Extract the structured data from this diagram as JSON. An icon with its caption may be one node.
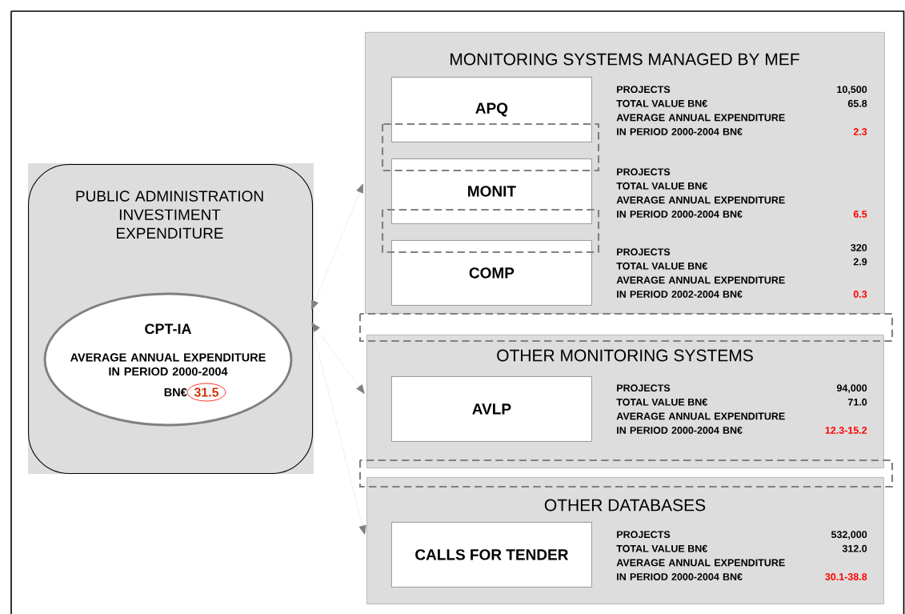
{
  "diagram": {
    "nodes": [
      {
        "text": [
          "PUBLIC ADMINISTRATION INVESTIMENT EXPENDITURE"
        ]
      },
      {
        "text": [
          "CPT-IA",
          "AVERAGE ANNUAL EXPENDITURE IN PERIOD 2000-2004",
          "BN€"
        ],
        "in": 0
      },
      {
        "text": [
          "31.5"
        ],
        "in": 1
      },
      {
        "text": [
          "MONITORING SYSTEMS MANAGED BY MEF"
        ]
      },
      {
        "text": [
          "APQ"
        ],
        "in": 3
      },
      {
        "text": [
          "MONIT"
        ],
        "in": 3
      },
      {
        "text": [
          "COMP"
        ],
        "in": 3
      },
      {
        "text": [
          "OTHER MONITORING SYSTEMS"
        ]
      },
      {
        "text": [
          "AVLP"
        ],
        "in": 7
      },
      {
        "text": [
          "OTHER DATABASES"
        ]
      },
      {
        "text": [
          "CALLS FOR TENDER"
        ],
        "in": 9
      }
    ],
    "edges": [
      {
        "from": 0,
        "to": 3,
        "arrow": "both"
      },
      {
        "from": 0,
        "to": 7,
        "arrow": "both"
      },
      {
        "from": 0,
        "to": 9,
        "arrow": "to"
      }
    ],
    "labels": [
      "PROJECTS",
      "10,500",
      "TOTAL VALUE BN€",
      "65.8",
      "AVERAGE ANNUAL EXPENDITURE IN PERIOD 2000-2004 BN€",
      "2.3",
      "PROJECTS",
      "TOTAL VALUE BN€",
      "AVERAGE ANNUAL EXPENDITURE IN PERIOD 2000-2004 BN€",
      "6.5",
      "PROJECTS",
      "320",
      "TOTAL VALUE BN€",
      "2.9",
      "AVERAGE ANNUAL EXPENDITURE IN PERIOD 2002-2004 BN€",
      "0.3",
      "PROJECTS",
      "94,000",
      "TOTAL VALUE BN€",
      "71.0",
      "AVERAGE ANNUAL EXPENDITURE IN PERIOD 2000-2004 BN€",
      "12.3-15.2",
      "PROJECTS",
      "532,000",
      "TOTAL VALUE BN€",
      "312.0",
      "AVERAGE ANNUAL EXPENDITURE IN PERIOD 2000-2004 BN€",
      "30.1-38.8"
    ]
  }
}
